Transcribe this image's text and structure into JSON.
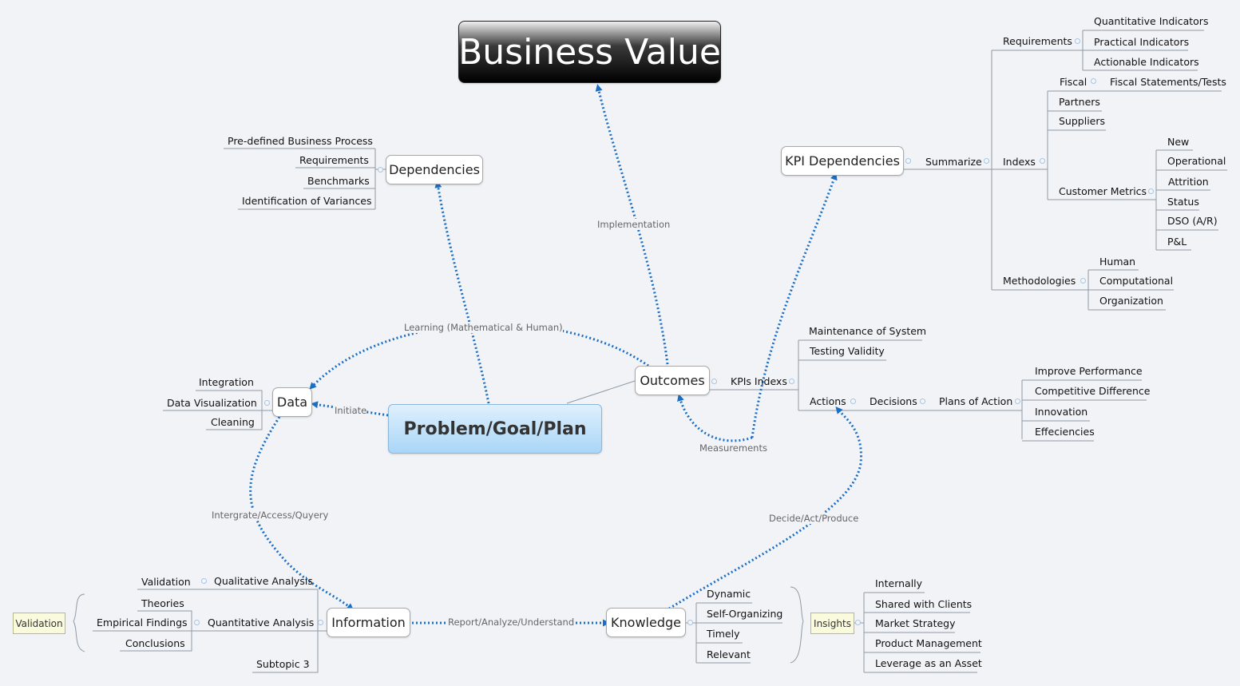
{
  "root": "Business Value",
  "central_topic": "Problem/Goal/Plan",
  "main_topics": {
    "dependencies": "Dependencies",
    "data": "Data",
    "outcomes": "Outcomes",
    "kpi_dependencies": "KPI Dependencies",
    "information": "Information",
    "knowledge": "Knowledge"
  },
  "relationships": {
    "implementation": "Implementation",
    "learning": "Learning (Mathematical & Human)",
    "initiate": "Initiate",
    "measurements": "Measurements",
    "integrate": "Intergrate/Access/Quyery",
    "decide": "Decide/Act/Produce",
    "report": "Report/Analyze/Understand"
  },
  "dependencies_items": [
    "Pre-defined Business Process",
    "Requirements",
    "Benchmarks",
    "Identification of Variances"
  ],
  "data_items": [
    "Integration",
    "Data Visualization",
    "Cleaning"
  ],
  "kpi_tree": {
    "summarize": "Summarize",
    "requirements": "Requirements",
    "requirements_items": [
      "Quantitative Indicators",
      "Practical Indicators",
      "Actionable Indicators"
    ],
    "indexs": "Indexs",
    "fiscal": "Fiscal",
    "fiscal_statements": "Fiscal Statements/Tests",
    "partners": "Partners",
    "suppliers": "Suppliers",
    "customer_metrics": "Customer Metrics",
    "customer_items": [
      "New",
      "Operational",
      "Attrition",
      "Status",
      "DSO (A/R)",
      "P&L"
    ],
    "methodologies": "Methodologies",
    "methodologies_items": [
      "Human",
      "Computational",
      "Organization"
    ]
  },
  "outcomes_tree": {
    "kpis_indexs": "KPIs Indexs",
    "maintenance": "Maintenance of System",
    "testing": "Testing Validity",
    "actions": "Actions",
    "decisions": "Decisions",
    "plans_of_action": "Plans of Action",
    "plans_items": [
      "Improve Performance",
      "Competitive Difference",
      "Innovation",
      "Effeciencies"
    ]
  },
  "information_tree": {
    "qualitative_analysis": "Qualitative Analysis",
    "validation_item": "Validation",
    "quantitative_analysis": "Quantitative Analysis",
    "quantitative_items": [
      "Theories",
      "Empirical Findings",
      "Conclusions"
    ],
    "subtopic": "Subtopic 3",
    "summary_note": "Validation"
  },
  "knowledge_tree": {
    "items": [
      "Dynamic",
      "Self-Organizing",
      "Timely",
      "Relevant"
    ],
    "summary_note": "Insights",
    "insights": [
      "Internally",
      "Shared with Clients",
      "Market Strategy",
      "Product Management",
      "Leverage as an Asset"
    ]
  },
  "colors": {
    "relationship_line": "#1a6fc4",
    "branch_line": "#8f9aa6",
    "background": "#f1f3f7"
  }
}
